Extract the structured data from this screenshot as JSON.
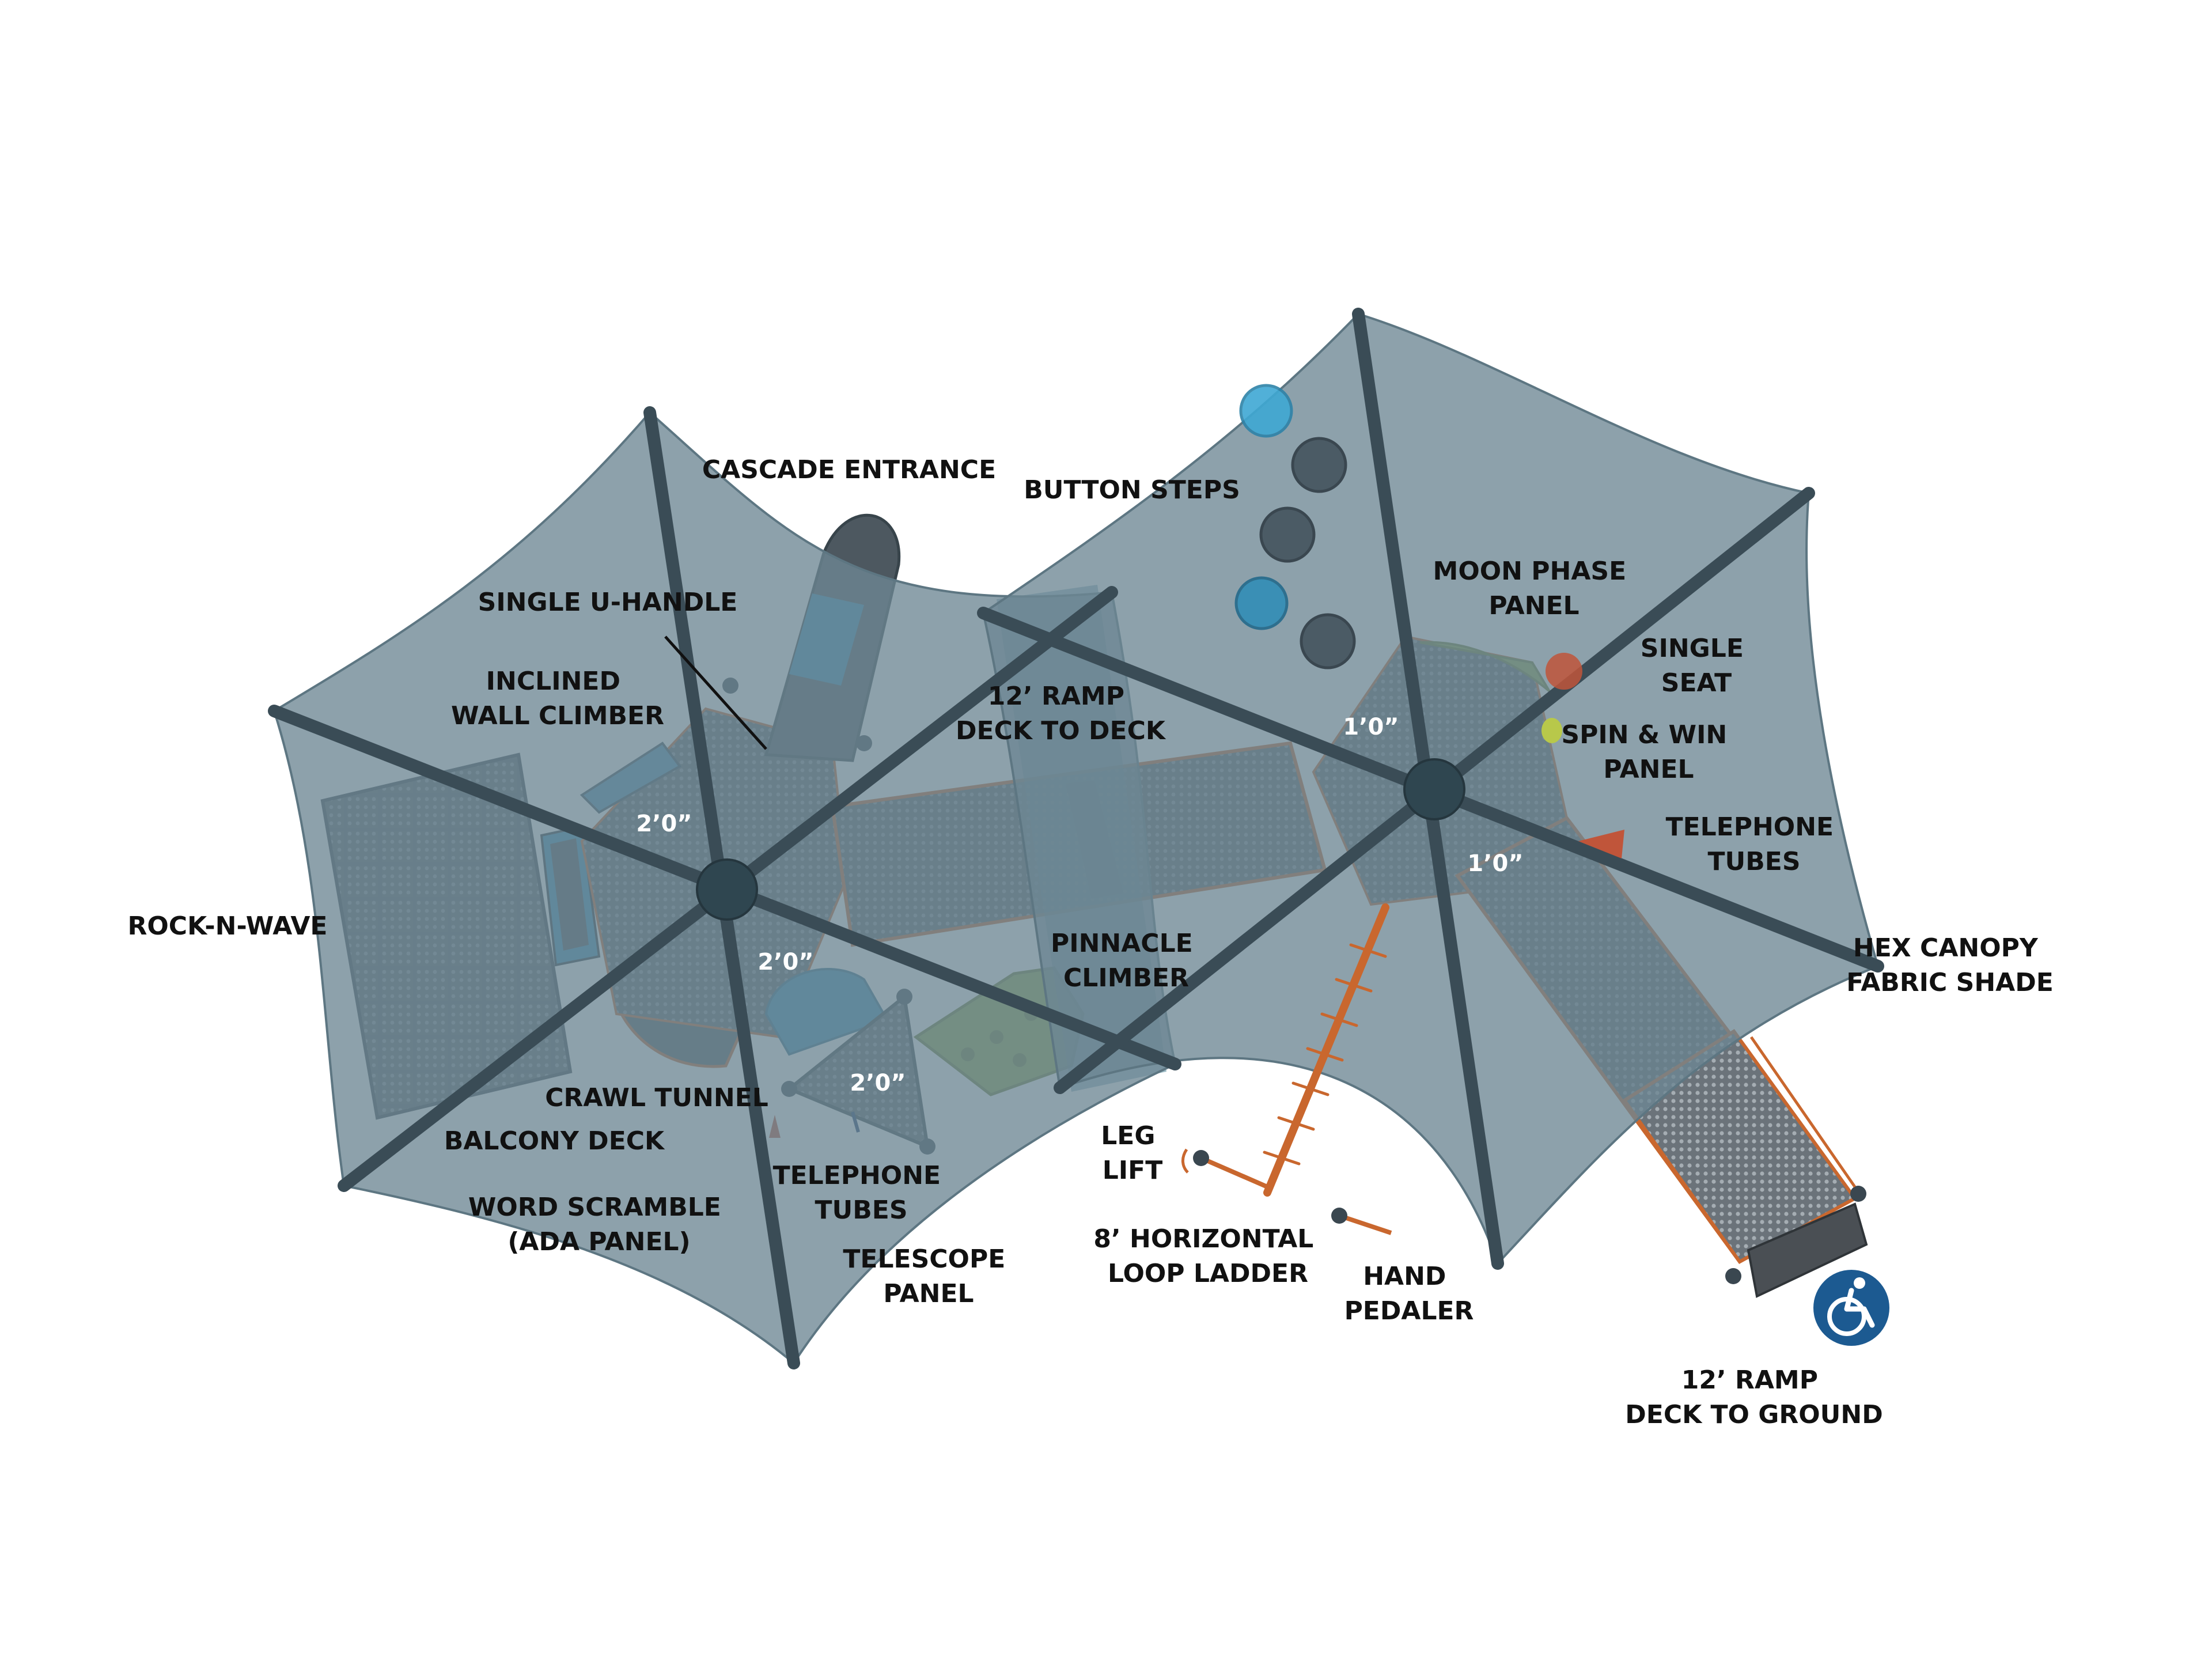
{
  "colors": {
    "canopy": "#6f8894",
    "canopy_edge": "#5d7682",
    "pole": "#3a4c56",
    "deck": "#5f666c",
    "ramp_edge": "#d0662c",
    "slide_blue": "#3a8fb5",
    "climber_green": "#8ea84a",
    "step_dark": "#4b5b65",
    "step_blue": "#3fa8d4",
    "seat": "#c0553a",
    "ada_blue": "#1c5a91"
  },
  "icons": [
    "wheelchair-accessibility-icon"
  ],
  "labels": {
    "cascade_entrance": "CASCADE ENTRANCE",
    "button_steps": "BUTTON STEPS",
    "single_u_handle": "SINGLE U-HANDLE",
    "moon_phase_panel": [
      "MOON PHASE",
      "PANEL"
    ],
    "single_seat": [
      "SINGLE",
      "SEAT"
    ],
    "inclined_wall_climber": [
      "INCLINED",
      "WALL CLIMBER"
    ],
    "ramp_deck_to_deck": [
      "12’ RAMP",
      "DECK TO DECK"
    ],
    "spin_win_panel": [
      "SPIN & WIN",
      "PANEL"
    ],
    "telephone_tubes_right": [
      "TELEPHONE",
      "TUBES"
    ],
    "rock_n_wave": "ROCK-N-WAVE",
    "pinnacle_climber": [
      "PINNACLE",
      "CLIMBER"
    ],
    "hex_canopy": [
      "HEX CANOPY",
      "FABRIC SHADE"
    ],
    "crawl_tunnel": "CRAWL TUNNEL",
    "balcony_deck": "BALCONY DECK",
    "leg_lift": [
      "LEG",
      "LIFT"
    ],
    "telephone_tubes_left": [
      "TELEPHONE",
      "TUBES"
    ],
    "word_scramble": [
      "WORD SCRAMBLE",
      "(ADA PANEL)"
    ],
    "horizontal_loop_ladder": [
      "8’ HORIZONTAL",
      "LOOP LADDER"
    ],
    "hand_pedaler": [
      "HAND",
      "PEDALER"
    ],
    "telescope_panel": [
      "TELESCOPE",
      "PANEL"
    ],
    "ramp_deck_to_ground": [
      "12’ RAMP",
      "DECK TO GROUND"
    ]
  },
  "heights": {
    "left_upper": "2’0”",
    "left_lower": "2’0”",
    "triangle": "2’0”",
    "right_upper": "1’0”",
    "right_lower": "1’0”"
  }
}
